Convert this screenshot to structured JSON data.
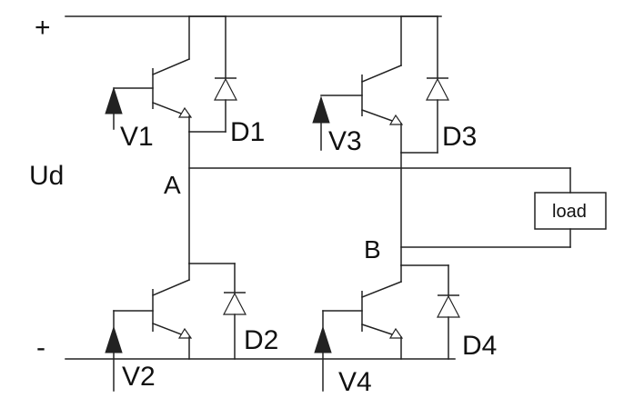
{
  "terminals": {
    "plus": "+",
    "minus": "-",
    "source": "Ud"
  },
  "nodes": {
    "a": "A",
    "b": "B"
  },
  "transistors": {
    "v1": "V1",
    "v2": "V2",
    "v3": "V3",
    "v4": "V4"
  },
  "diodes": {
    "d1": "D1",
    "d2": "D2",
    "d3": "D3",
    "d4": "D4"
  },
  "load": {
    "label": "load"
  }
}
